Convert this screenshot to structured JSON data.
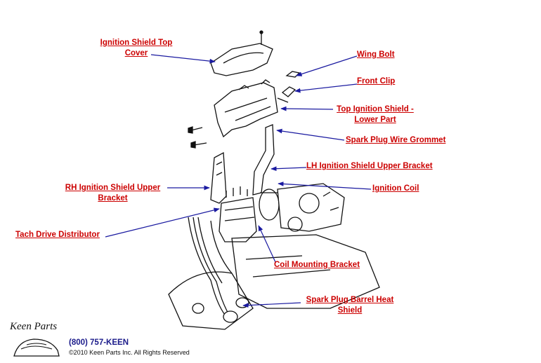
{
  "labels": {
    "ignition_shield_top_cover": [
      "Ignition Shield Top",
      "Cover"
    ],
    "wing_bolt": [
      "Wing Bolt"
    ],
    "front_clip": [
      "Front Clip"
    ],
    "top_ignition_shield_lower": [
      "Top Ignition Shield -",
      "Lower Part"
    ],
    "spark_plug_wire_grommet": [
      "Spark Plug Wire Grommet"
    ],
    "lh_ignition_shield_upper_bracket": [
      "LH Ignition Shield Upper Bracket"
    ],
    "rh_ignition_shield_upper_bracket": [
      "RH Ignition Shield Upper",
      "Bracket"
    ],
    "ignition_coil": [
      "Ignition Coil"
    ],
    "tach_drive_distributor": [
      "Tach Drive Distributor"
    ],
    "coil_mounting_bracket": [
      "Coil Mounting Bracket"
    ],
    "spark_plug_barrel_heat_shield": [
      "Spark Plug Barrel Heat",
      "Shield"
    ]
  },
  "footer": {
    "logo_text": "Keen Parts",
    "phone": "(800) 757-KEEN",
    "copyright": "©2010 Keen Parts Inc. All Rights Reserved"
  },
  "colors": {
    "label": "#cc0000",
    "leader": "#1a1aa0",
    "drawing": "#111111"
  }
}
